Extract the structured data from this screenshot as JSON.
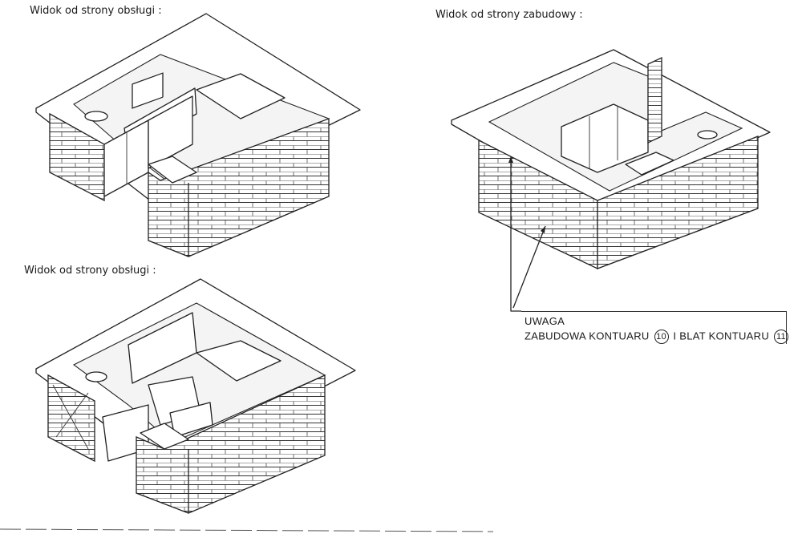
{
  "captions": {
    "top_left": "Widok od strony obsługi :",
    "top_right": "Widok od strony zabudowy :",
    "bottom_left": "Widok od strony obsługi :"
  },
  "note": {
    "heading": "UWAGA",
    "line_prefix": "ZABUDOWA KONTUARU",
    "ref_a": "10",
    "line_mid": "I BLAT KONTUARU",
    "ref_b": "11"
  }
}
